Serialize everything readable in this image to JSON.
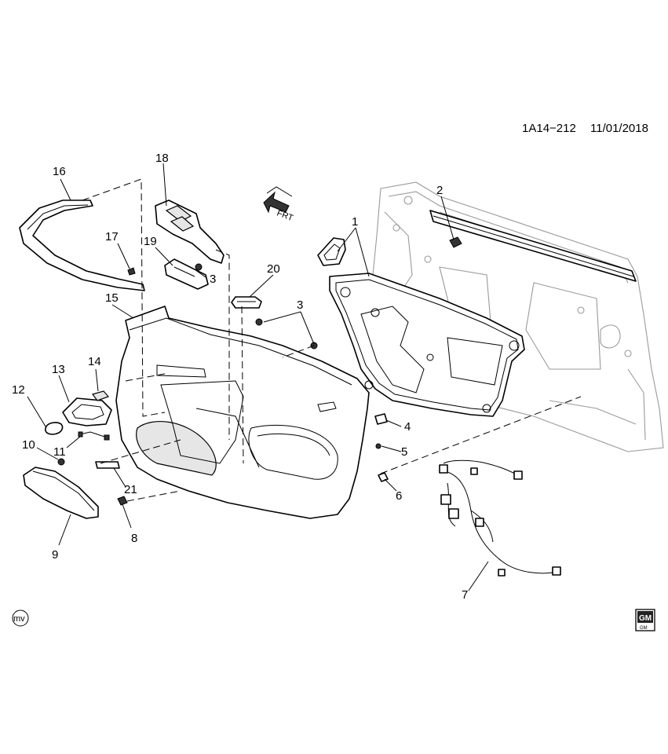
{
  "diagram": {
    "reference_code": "1A14−212",
    "date": "11/01/2018",
    "direction_label": "FRT",
    "corner_mark_left": "mv",
    "corner_mark_right": "GM",
    "corner_mark_right_sub": "GM"
  },
  "callouts": [
    {
      "id": "c1",
      "label": "1"
    },
    {
      "id": "c2",
      "label": "2"
    },
    {
      "id": "c3a",
      "label": "3"
    },
    {
      "id": "c3b",
      "label": "3"
    },
    {
      "id": "c4",
      "label": "4"
    },
    {
      "id": "c5",
      "label": "5"
    },
    {
      "id": "c6",
      "label": "6"
    },
    {
      "id": "c7",
      "label": "7"
    },
    {
      "id": "c8",
      "label": "8"
    },
    {
      "id": "c9",
      "label": "9"
    },
    {
      "id": "c10",
      "label": "10"
    },
    {
      "id": "c11",
      "label": "11"
    },
    {
      "id": "c12",
      "label": "12"
    },
    {
      "id": "c13",
      "label": "13"
    },
    {
      "id": "c14",
      "label": "14"
    },
    {
      "id": "c15",
      "label": "15"
    },
    {
      "id": "c16",
      "label": "16"
    },
    {
      "id": "c17",
      "label": "17"
    },
    {
      "id": "c18",
      "label": "18"
    },
    {
      "id": "c19",
      "label": "19"
    },
    {
      "id": "c20",
      "label": "20"
    },
    {
      "id": "c21",
      "label": "21"
    }
  ]
}
